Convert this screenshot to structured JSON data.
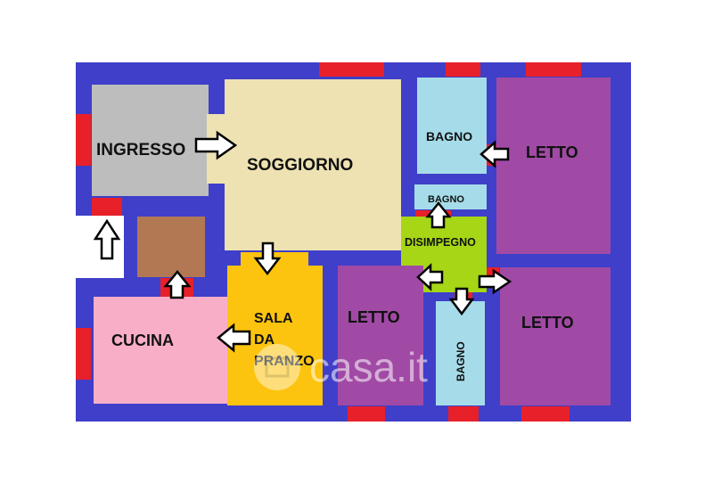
{
  "floorplan": {
    "colors": {
      "walls": "#3f3fc9",
      "openings": "#e8202a",
      "ingresso": "#bdbdbd",
      "soggiorno": "#eee2b3",
      "sala_da_pranzo": "#fcc40f",
      "cucina": "#f9aec8",
      "ripostiglio": "#b27854",
      "bagno": "#a6dce9",
      "letto": "#a04aa5",
      "disimpegno": "#a6d616"
    },
    "rooms": {
      "ingresso": "INGRESSO",
      "soggiorno": "SOGGIORNO",
      "bagno_top": "BAGNO",
      "letto_top_right": "LETTO",
      "bagno_small": "BAGNO",
      "disimpegno": "DISIMPEGNO",
      "sala_line1": "SALA",
      "sala_line2": "DA",
      "sala_line3": "PRANZO",
      "cucina": "CUCINA",
      "letto_middle": "LETTO",
      "letto_bottom_right": "LETTO",
      "bagno_vertical": "BAGNO"
    },
    "watermark": "casa.it"
  }
}
